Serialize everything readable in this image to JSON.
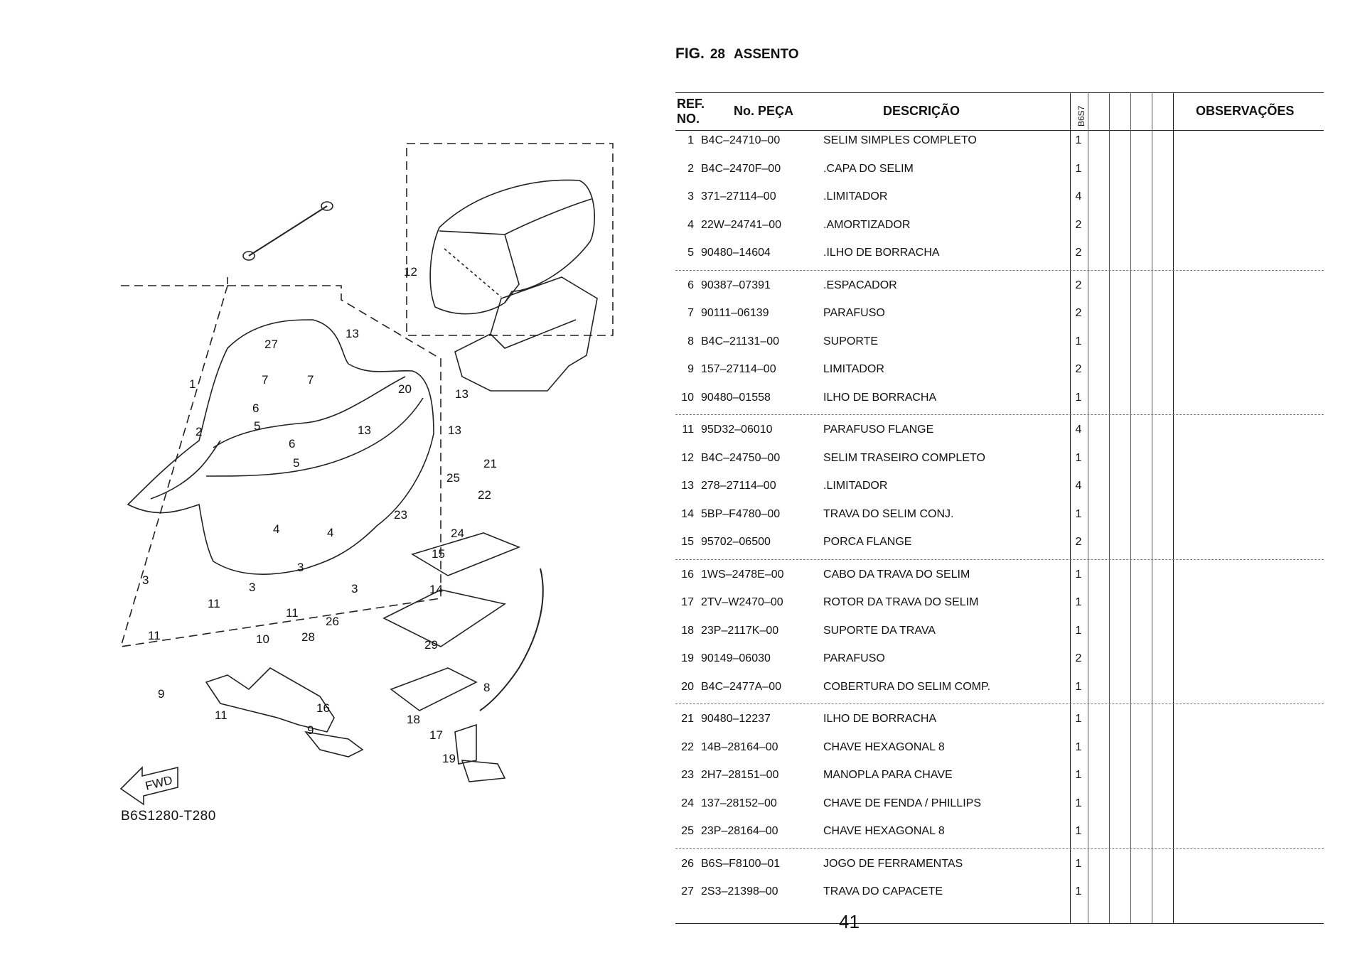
{
  "figure": {
    "label": "FIG.",
    "number": "28",
    "name": "ASSENTO"
  },
  "table_headers": {
    "ref_line1": "REF.",
    "ref_line2": "NO.",
    "part_number": "No. PEÇA",
    "description": "DESCRIÇÃO",
    "model": "B6S7",
    "observations": "OBSERVAÇÕES"
  },
  "parts": [
    {
      "ref": "1",
      "part_no": "B4C–24710–00",
      "description": "SELIM SIMPLES COMPLETO",
      "qty": "1"
    },
    {
      "ref": "2",
      "part_no": "B4C–2470F–00",
      "description": ".CAPA DO SELIM",
      "qty": "1"
    },
    {
      "ref": "3",
      "part_no": "371–27114–00",
      "description": ".LIMITADOR",
      "qty": "4"
    },
    {
      "ref": "4",
      "part_no": "22W–24741–00",
      "description": ".AMORTIZADOR",
      "qty": "2"
    },
    {
      "ref": "5",
      "part_no": "90480–14604",
      "description": ".ILHO DE BORRACHA",
      "qty": "2"
    },
    {
      "ref": "6",
      "part_no": "90387–07391",
      "description": ".ESPACADOR",
      "qty": "2"
    },
    {
      "ref": "7",
      "part_no": "90111–06139",
      "description": "PARAFUSO",
      "qty": "2"
    },
    {
      "ref": "8",
      "part_no": "B4C–21131–00",
      "description": "SUPORTE",
      "qty": "1"
    },
    {
      "ref": "9",
      "part_no": "157–27114–00",
      "description": "LIMITADOR",
      "qty": "2"
    },
    {
      "ref": "10",
      "part_no": "90480–01558",
      "description": "ILHO DE BORRACHA",
      "qty": "1"
    },
    {
      "ref": "11",
      "part_no": "95D32–06010",
      "description": "PARAFUSO FLANGE",
      "qty": "4"
    },
    {
      "ref": "12",
      "part_no": "B4C–24750–00",
      "description": "SELIM TRASEIRO COMPLETO",
      "qty": "1"
    },
    {
      "ref": "13",
      "part_no": "278–27114–00",
      "description": ".LIMITADOR",
      "qty": "4"
    },
    {
      "ref": "14",
      "part_no": "5BP–F4780–00",
      "description": "TRAVA DO SELIM CONJ.",
      "qty": "1"
    },
    {
      "ref": "15",
      "part_no": "95702–06500",
      "description": "PORCA FLANGE",
      "qty": "2"
    },
    {
      "ref": "16",
      "part_no": "1WS–2478E–00",
      "description": "CABO DA TRAVA DO SELIM",
      "qty": "1"
    },
    {
      "ref": "17",
      "part_no": "2TV–W2470–00",
      "description": "ROTOR DA TRAVA DO SELIM",
      "qty": "1"
    },
    {
      "ref": "18",
      "part_no": "23P–2117K–00",
      "description": "SUPORTE DA TRAVA",
      "qty": "1"
    },
    {
      "ref": "19",
      "part_no": "90149–06030",
      "description": "PARAFUSO",
      "qty": "2"
    },
    {
      "ref": "20",
      "part_no": "B4C–2477A–00",
      "description": "COBERTURA DO SELIM COMP.",
      "qty": "1"
    },
    {
      "ref": "21",
      "part_no": "90480–12237",
      "description": "ILHO DE BORRACHA",
      "qty": "1"
    },
    {
      "ref": "22",
      "part_no": "14B–28164–00",
      "description": "CHAVE HEXAGONAL 8",
      "qty": "1"
    },
    {
      "ref": "23",
      "part_no": "2H7–28151–00",
      "description": "MANOPLA PARA CHAVE",
      "qty": "1"
    },
    {
      "ref": "24",
      "part_no": "137–28152–00",
      "description": "CHAVE DE FENDA / PHILLIPS",
      "qty": "1"
    },
    {
      "ref": "25",
      "part_no": "23P–28164–00",
      "description": "CHAVE HEXAGONAL 8",
      "qty": "1"
    },
    {
      "ref": "26",
      "part_no": "B6S–F8100–01",
      "description": "JOGO DE FERRAMENTAS",
      "qty": "1"
    },
    {
      "ref": "27",
      "part_no": "2S3–21398–00",
      "description": "TRAVA DO CAPACETE",
      "qty": "1"
    }
  ],
  "diagram": {
    "code": "B6S1280-T280",
    "fwd_label": "FWD",
    "callouts": [
      "12",
      "27",
      "1",
      "7",
      "7",
      "6",
      "5",
      "6",
      "5",
      "2",
      "13",
      "13",
      "13",
      "13",
      "20",
      "21",
      "25",
      "22",
      "23",
      "24",
      "4",
      "4",
      "3",
      "3",
      "3",
      "3",
      "15",
      "26",
      "14",
      "11",
      "11",
      "10",
      "11",
      "28",
      "29",
      "16",
      "9",
      "8",
      "11",
      "9",
      "18",
      "17",
      "19"
    ]
  },
  "page_number": "41"
}
